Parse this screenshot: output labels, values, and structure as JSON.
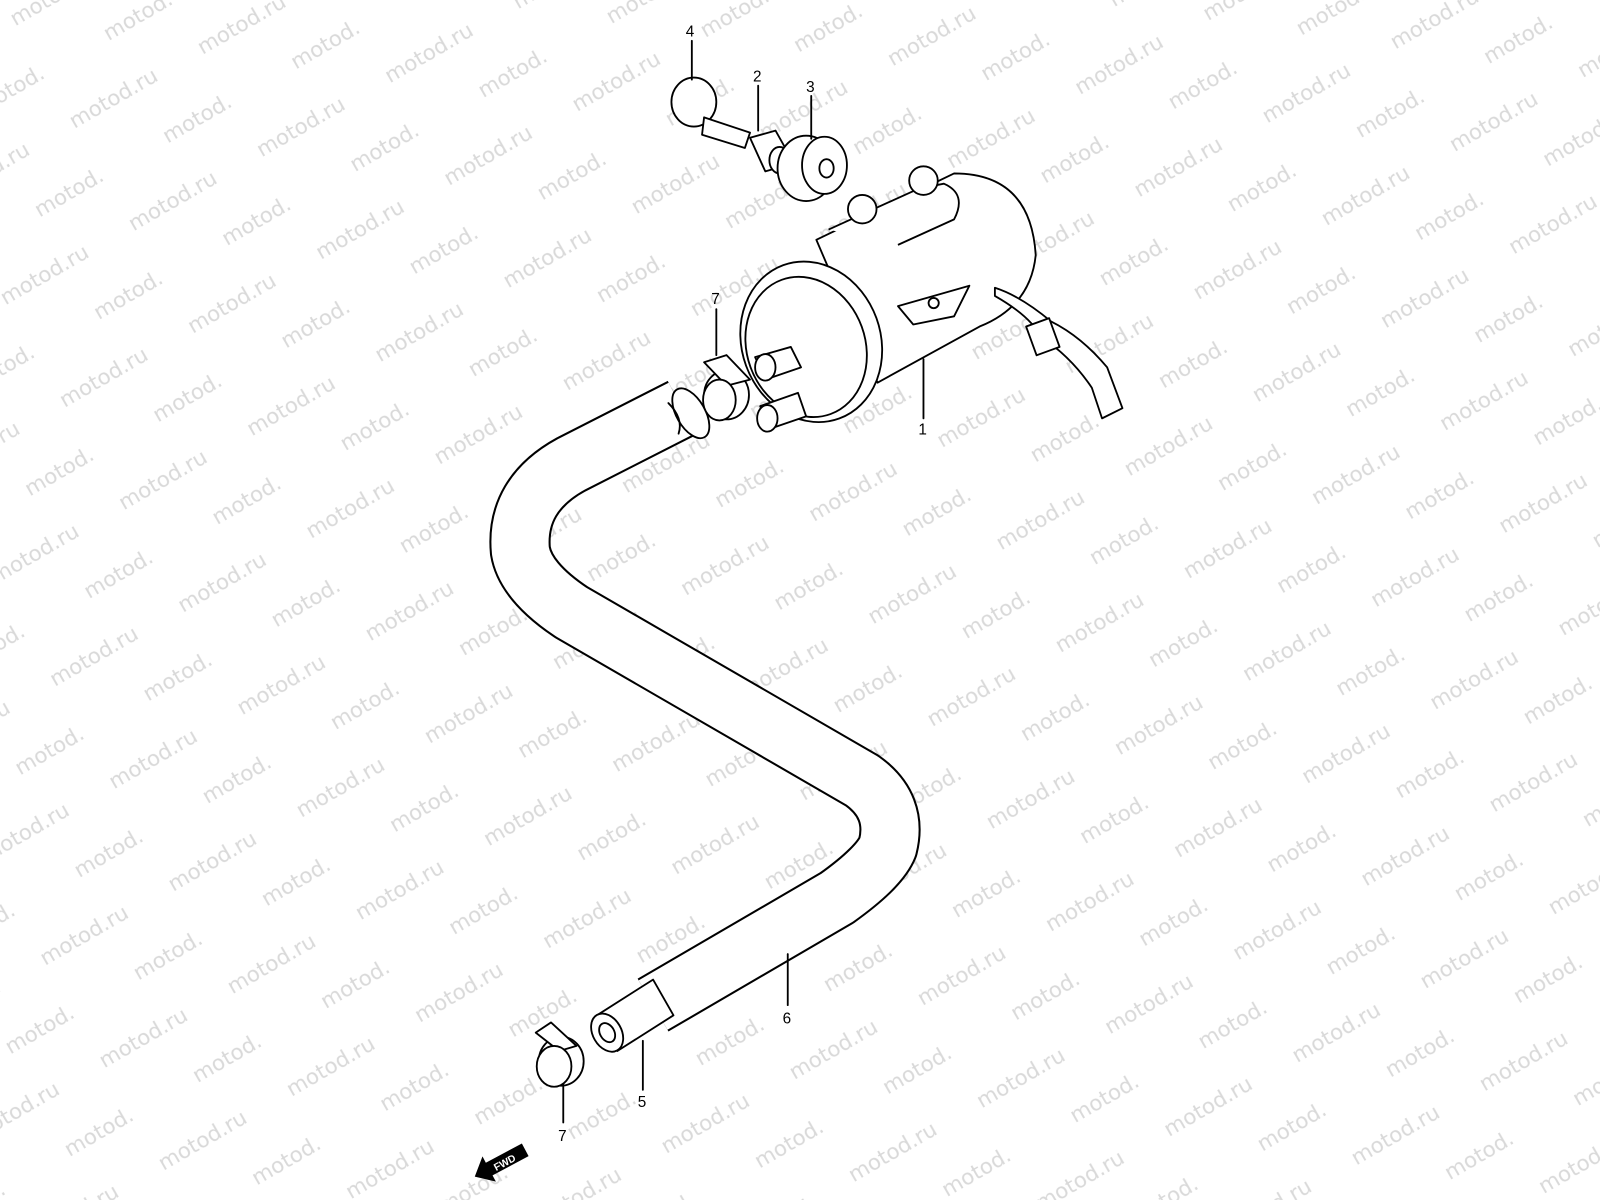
{
  "watermark": "motod.ru",
  "direction_badge": "FWD",
  "callouts": {
    "p1": "1",
    "p2": "2",
    "p3": "3",
    "p4": "4",
    "p5": "5",
    "p6": "6",
    "p7a": "7",
    "p7b": "7"
  }
}
